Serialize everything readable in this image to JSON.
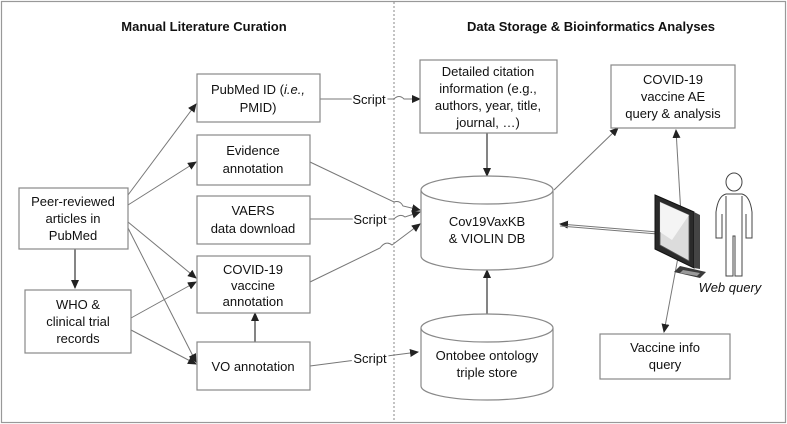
{
  "headers": {
    "left": "Manual Literature Curation",
    "right": "Data Storage & Bioinformatics Analyses"
  },
  "nodes": {
    "peer_reviewed": [
      "Peer-reviewed",
      "articles in",
      "PubMed"
    ],
    "who_records": [
      "WHO &",
      "clinical trial",
      "records"
    ],
    "pubmed_id": [
      "PubMed ID (i.e.,",
      "PMID)"
    ],
    "evidence": [
      "Evidence",
      "annotation"
    ],
    "vaers": [
      "VAERS",
      "data download"
    ],
    "covid_vaccine": [
      "COVID-19",
      "vaccine",
      "annotation"
    ],
    "vo_annotation": [
      "VO annotation"
    ],
    "citation": [
      "Detailed citation",
      "information (e.g.,",
      "authors, year, title,",
      "journal, …)"
    ],
    "database": [
      "Cov19VaxKB",
      "& VIOLIN DB"
    ],
    "ontobee": [
      "Ontobee ontology",
      "triple store"
    ],
    "ae_query": [
      "COVID-19",
      "vaccine AE",
      "query & analysis"
    ],
    "vaccine_info": [
      "Vaccine info",
      "query"
    ]
  },
  "edge_labels": {
    "script1": "Script",
    "script2": "Script",
    "script3": "Script"
  },
  "web_query": "Web query",
  "icons": {
    "computer": "computer-monitor-icon",
    "user": "user-person-icon"
  }
}
